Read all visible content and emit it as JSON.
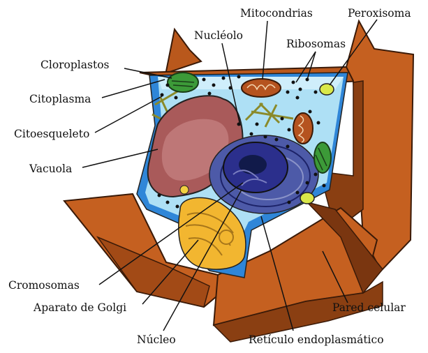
{
  "diagram": {
    "labels": {
      "mitocondrias": "Mitocondrias",
      "peroxisoma": "Peroxisoma",
      "nucleolo": "Nucléolo",
      "ribosomas": "Ribosomas",
      "cloroplastos": "Cloroplastos",
      "citoplasma": "Citoplasma",
      "citoesqueleto": "Citoesqueleto",
      "vacuola": "Vacuola",
      "cromosomas": "Cromosomas",
      "aparato_golgi": "Aparato de Golgi",
      "nucleo": "Núcleo",
      "pared_celular": "Pared celular",
      "reticulo": "Retículo endoplasmático"
    },
    "colors": {
      "cell_wall": "#b9581c",
      "cell_wall_dark": "#7a3610",
      "cytoplasm": "#aee0f5",
      "cytoplasm_deep": "#2f86d8",
      "vacuole": "#a95a5a",
      "nucleus": "#2b2f8c",
      "golgi": "#f2b630",
      "chloroplast": "#3c9a38",
      "mitochondria": "#b5531f"
    }
  }
}
